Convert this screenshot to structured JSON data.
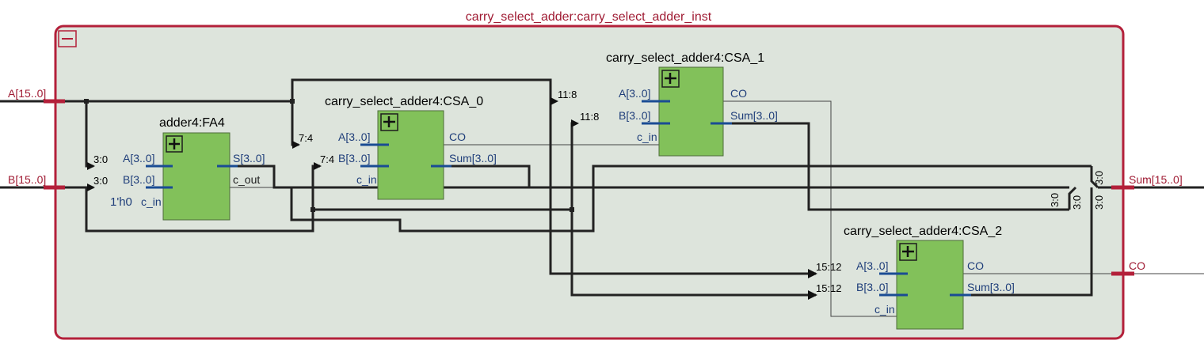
{
  "top_module": {
    "title": "carry_select_adder:carry_select_adder_inst",
    "colors": {
      "frame": "#b3203a",
      "fill": "#dde4dc",
      "block": "#82c15a",
      "pin": "#1a4c94"
    }
  },
  "io": {
    "a": "A[15..0]",
    "b": "B[15..0]",
    "sum": "Sum[15..0]",
    "co": "CO"
  },
  "blocks": {
    "fa4": {
      "name": "adder4:FA4",
      "ports": {
        "a": "A[3..0]",
        "b": "B[3..0]",
        "cin": "c_in",
        "s": "S[3..0]",
        "cout": "c_out"
      },
      "const_cin": "1'h0"
    },
    "csa0": {
      "name": "carry_select_adder4:CSA_0",
      "ports": {
        "a": "A[3..0]",
        "b": "B[3..0]",
        "cin": "c_in",
        "co": "CO",
        "sum": "Sum[3..0]"
      }
    },
    "csa1": {
      "name": "carry_select_adder4:CSA_1",
      "ports": {
        "a": "A[3..0]",
        "b": "B[3..0]",
        "cin": "c_in",
        "co": "CO",
        "sum": "Sum[3..0]"
      }
    },
    "csa2": {
      "name": "carry_select_adder4:CSA_2",
      "ports": {
        "a": "A[3..0]",
        "b": "B[3..0]",
        "cin": "c_in",
        "co": "CO",
        "sum": "Sum[3..0]"
      }
    }
  },
  "bus_labels": {
    "fa4_a": "3:0",
    "fa4_b": "3:0",
    "csa0_a": "7:4",
    "csa0_b": "7:4",
    "csa1_a": "11:8",
    "csa1_b": "11:8",
    "csa2_a": "15:12",
    "csa2_b": "15:12",
    "sum_in_1": "3:0",
    "sum_in_2": "3:0",
    "sum_in_3": "3:0",
    "sum_out": "3:0"
  },
  "icons": {
    "collapse": "collapse-minus-icon",
    "expand": "expand-plus-icon"
  }
}
